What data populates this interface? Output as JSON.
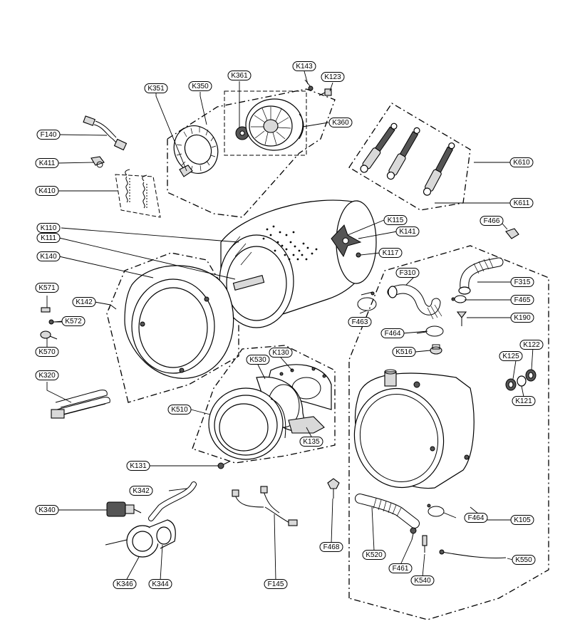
{
  "labels": {
    "K351": "K351",
    "K350": "K350",
    "K361": "K361",
    "K143": "K143",
    "K123": "K123",
    "K360": "K360",
    "F140": "F140",
    "K411": "K411",
    "K410": "K410",
    "K610": "K610",
    "K611": "K611",
    "F466": "F466",
    "K110": "K110",
    "K111": "K111",
    "K115": "K115",
    "K141": "K141",
    "K140": "K140",
    "K117": "K117",
    "F310": "F310",
    "F315": "F315",
    "K571": "K571",
    "K142": "K142",
    "K572": "K572",
    "F465": "F465",
    "F463": "F463",
    "K190": "K190",
    "K570": "K570",
    "F464a": "F464",
    "K130": "K130",
    "K516": "K516",
    "K530": "K530",
    "K125": "K125",
    "K122": "K122",
    "K320": "K320",
    "K121": "K121",
    "K510": "K510",
    "K135": "K135",
    "K131": "K131",
    "K342": "K342",
    "K340": "K340",
    "F464b": "F464",
    "K105": "K105",
    "F468": "F468",
    "K520": "K520",
    "F461": "F461",
    "K550": "K550",
    "K346": "K346",
    "K344": "K344",
    "F145": "F145",
    "K540": "K540"
  }
}
